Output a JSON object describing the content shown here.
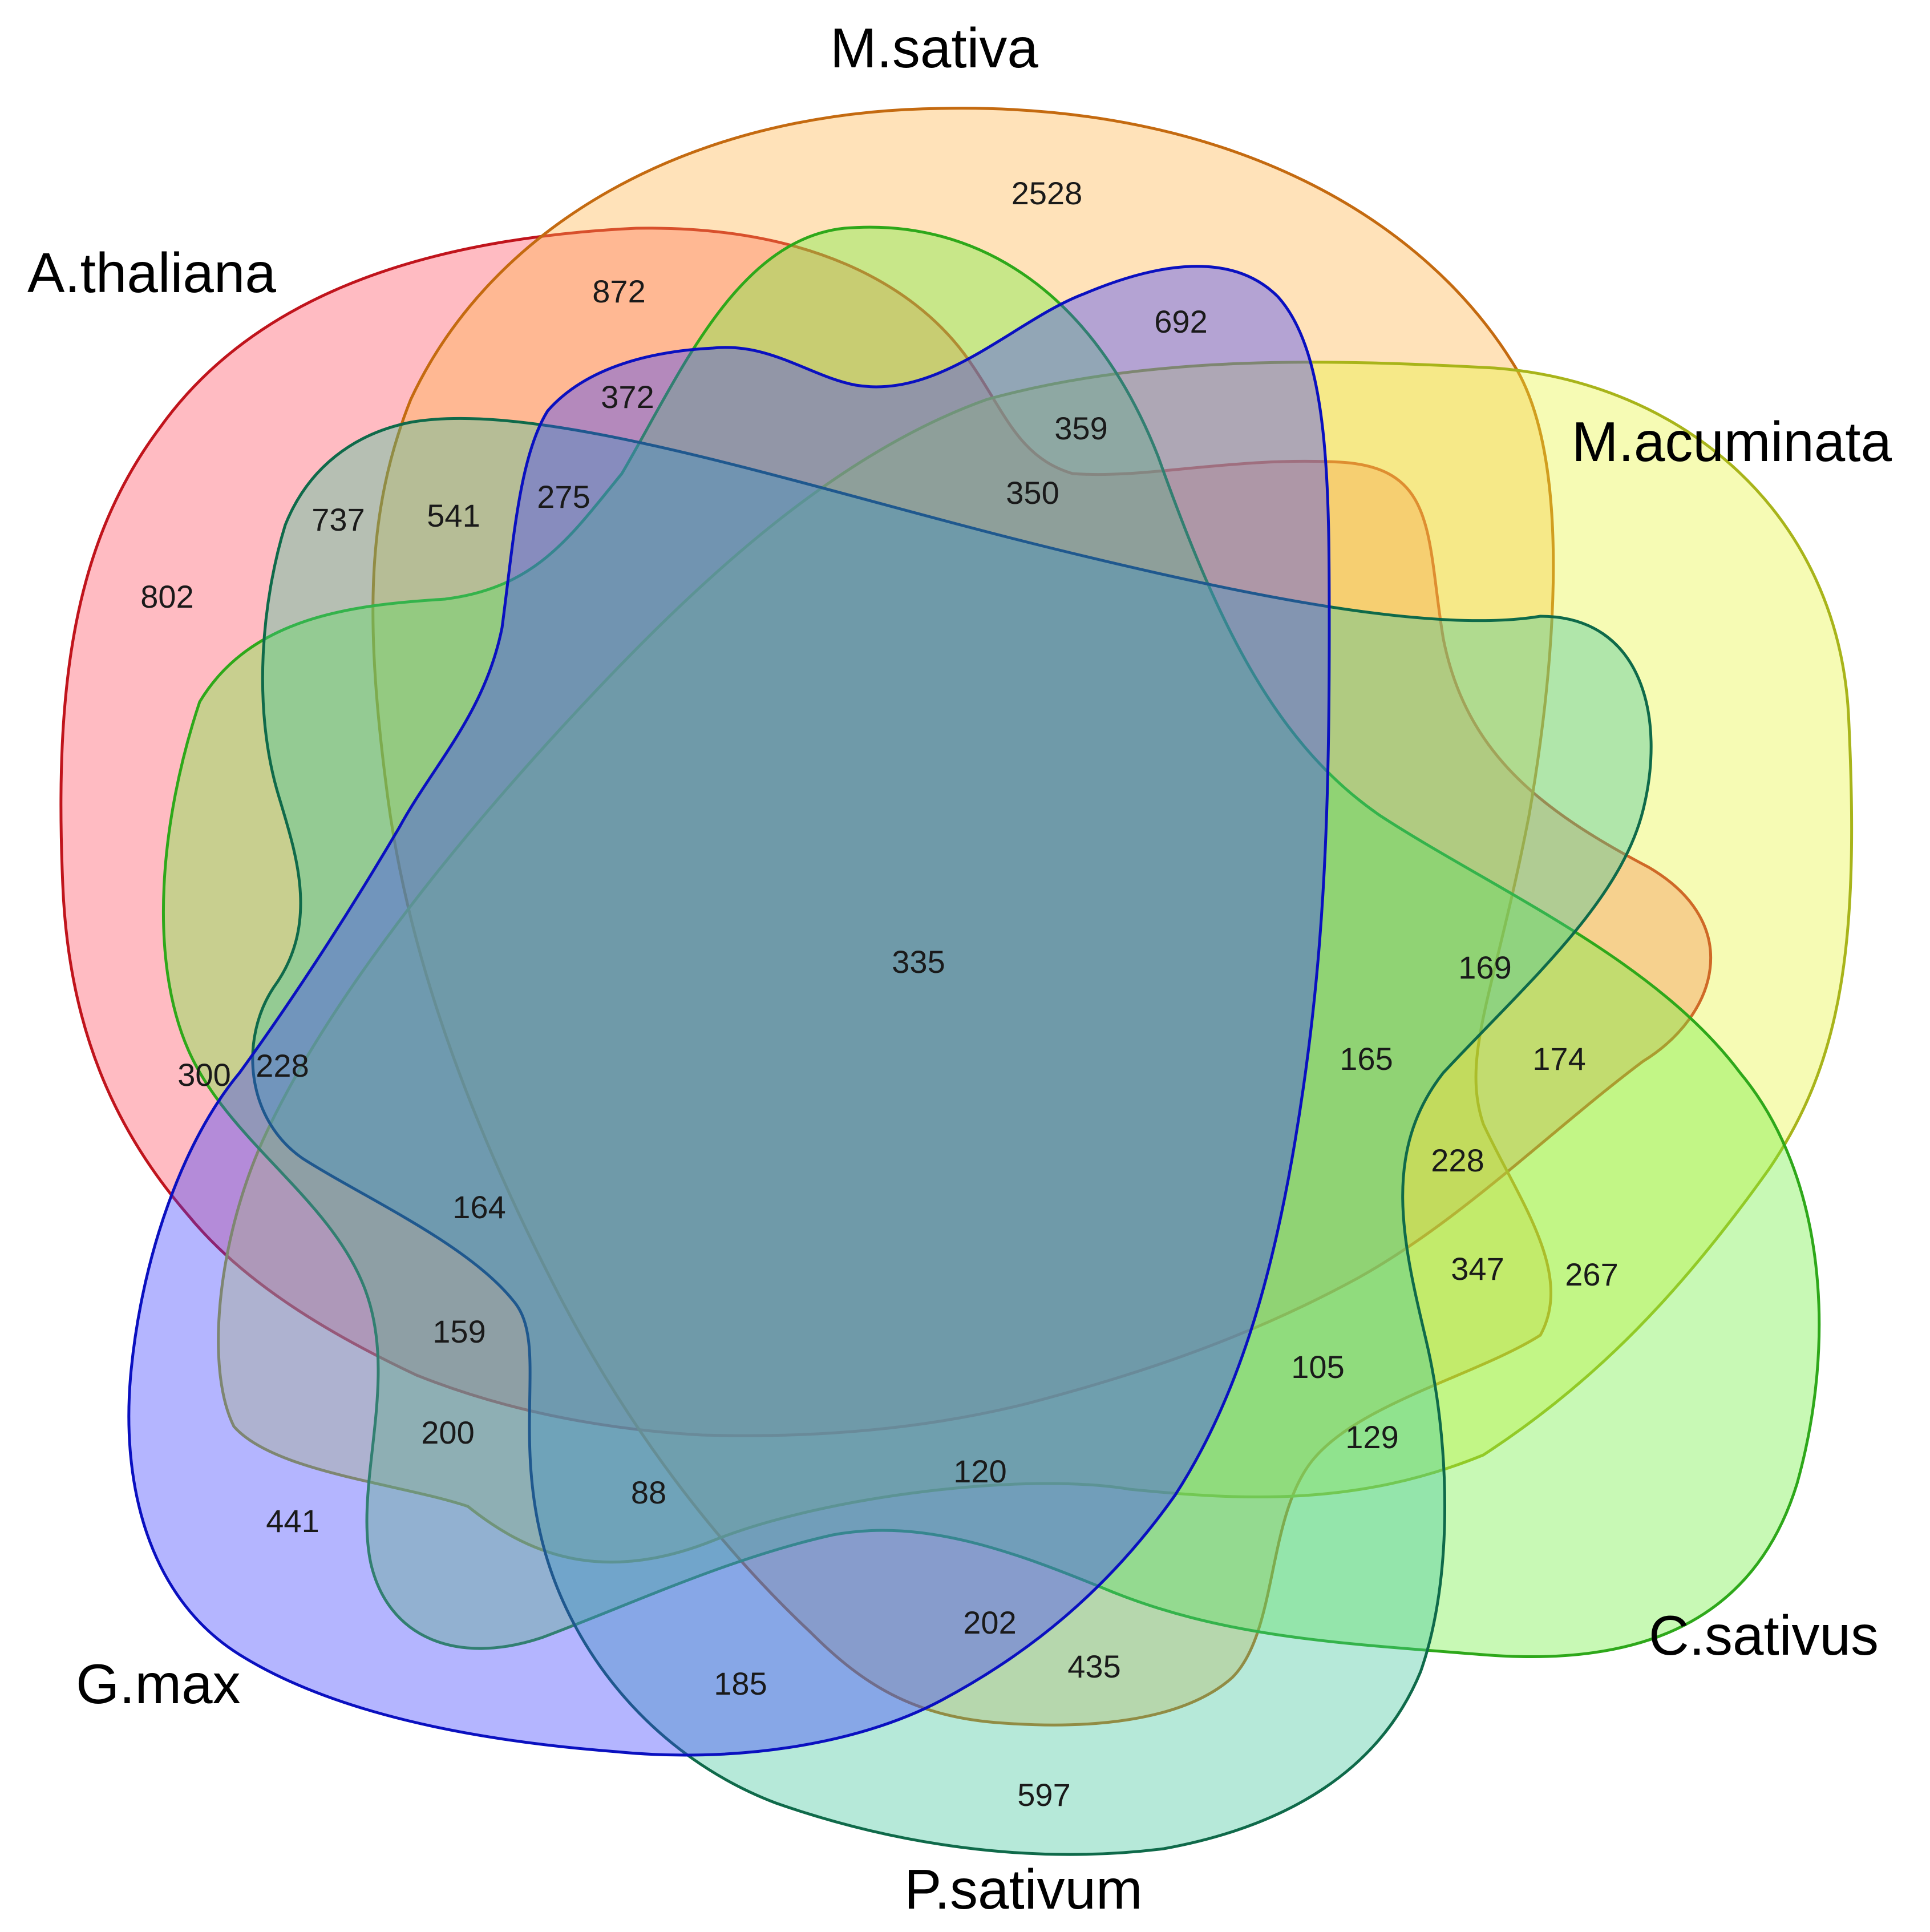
{
  "sets": [
    {
      "key": "athaliana",
      "label": "A.thaliana",
      "fill": "#ff4d5e",
      "stroke": "#c0141c"
    },
    {
      "key": "msativa",
      "label": "M.sativa",
      "fill": "#ffb347",
      "stroke": "#c46a10"
    },
    {
      "key": "macuminata",
      "label": "M.acuminata",
      "fill": "#e8f53a",
      "stroke": "#a8b41a"
    },
    {
      "key": "csativus",
      "label": "C.sativus",
      "fill": "#6ef03c",
      "stroke": "#2ea81a"
    },
    {
      "key": "psativum",
      "label": "P.sativum",
      "fill": "#3fc49a",
      "stroke": "#0f6a4a"
    },
    {
      "key": "gmax",
      "label": "G.max",
      "fill": "#3a3cff",
      "stroke": "#0a10c0"
    }
  ],
  "counts": [
    {
      "id": "c2528",
      "value": "2528"
    },
    {
      "id": "c872",
      "value": "872"
    },
    {
      "id": "c692",
      "value": "692"
    },
    {
      "id": "c372",
      "value": "372"
    },
    {
      "id": "c359",
      "value": "359"
    },
    {
      "id": "c350",
      "value": "350"
    },
    {
      "id": "c737",
      "value": "737"
    },
    {
      "id": "c541",
      "value": "541"
    },
    {
      "id": "c275",
      "value": "275"
    },
    {
      "id": "c802",
      "value": "802"
    },
    {
      "id": "c335",
      "value": "335"
    },
    {
      "id": "c169",
      "value": "169"
    },
    {
      "id": "c165",
      "value": "165"
    },
    {
      "id": "c174",
      "value": "174"
    },
    {
      "id": "c300",
      "value": "300"
    },
    {
      "id": "c228a",
      "value": "228"
    },
    {
      "id": "c228b",
      "value": "228"
    },
    {
      "id": "c164",
      "value": "164"
    },
    {
      "id": "c347",
      "value": "347"
    },
    {
      "id": "c267",
      "value": "267"
    },
    {
      "id": "c159",
      "value": "159"
    },
    {
      "id": "c105",
      "value": "105"
    },
    {
      "id": "c129",
      "value": "129"
    },
    {
      "id": "c200",
      "value": "200"
    },
    {
      "id": "c120",
      "value": "120"
    },
    {
      "id": "c88",
      "value": "88"
    },
    {
      "id": "c441",
      "value": "441"
    },
    {
      "id": "c202",
      "value": "202"
    },
    {
      "id": "c435",
      "value": "435"
    },
    {
      "id": "c185",
      "value": "185"
    },
    {
      "id": "c597",
      "value": "597"
    }
  ]
}
